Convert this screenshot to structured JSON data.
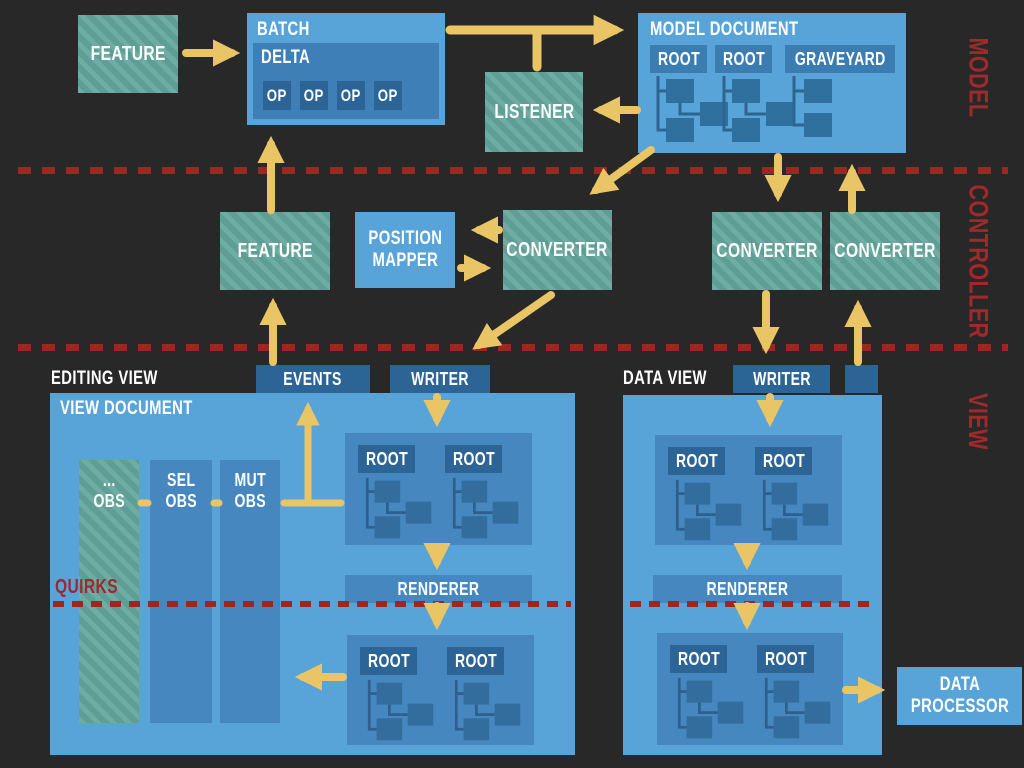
{
  "colors": {
    "background": "#282828",
    "light_blue": "#58a3d8",
    "mid_blue": "#4285bd",
    "panel_blue": "#4687c0",
    "dark_blue": "#2d6496",
    "teal": "#5f9e95",
    "teal_stripe": "#6fada4",
    "arrow_yellow": "#eac566",
    "line_red": "#9e2621",
    "label_red": "#a2282c"
  },
  "layer_labels": {
    "model": "MODEL",
    "controller": "CONTROLLER",
    "view": "VIEW"
  },
  "model_layer": {
    "feature": "FEATURE",
    "batch": {
      "title": "BATCH",
      "delta_title": "DELTA",
      "ops": [
        "OP",
        "OP",
        "OP",
        "OP"
      ]
    },
    "listener": "LISTENER",
    "model_document": {
      "title": "MODEL DOCUMENT",
      "root1": "ROOT",
      "root2": "ROOT",
      "graveyard": "GRAVEYARD"
    }
  },
  "controller_layer": {
    "feature": "FEATURE",
    "position_mapper_line1": "POSITION",
    "position_mapper_line2": "MAPPER",
    "converter1": "CONVERTER",
    "converter2": "CONVERTER",
    "converter3": "CONVERTER"
  },
  "view_layer": {
    "editing": {
      "title": "EDITING VIEW",
      "events": "EVENTS",
      "writer": "WRITER",
      "document_title": "VIEW DOCUMENT",
      "obs1_line1": "...",
      "obs1_line2": "OBS",
      "obs2_line1": "SEL",
      "obs2_line2": "OBS",
      "obs3_line1": "MUT",
      "obs3_line2": "OBS",
      "quirks": "QUIRKS",
      "renderer": "RENDERER",
      "top_root1": "ROOT",
      "top_root2": "ROOT",
      "bottom_root1": "ROOT",
      "bottom_root2": "ROOT"
    },
    "data": {
      "title": "DATA VIEW",
      "writer": "WRITER",
      "renderer": "RENDERER",
      "top_root1": "ROOT",
      "top_root2": "ROOT",
      "bottom_root1": "ROOT",
      "bottom_root2": "ROOT",
      "processor_line1": "DATA",
      "processor_line2": "PROCESSOR"
    }
  }
}
